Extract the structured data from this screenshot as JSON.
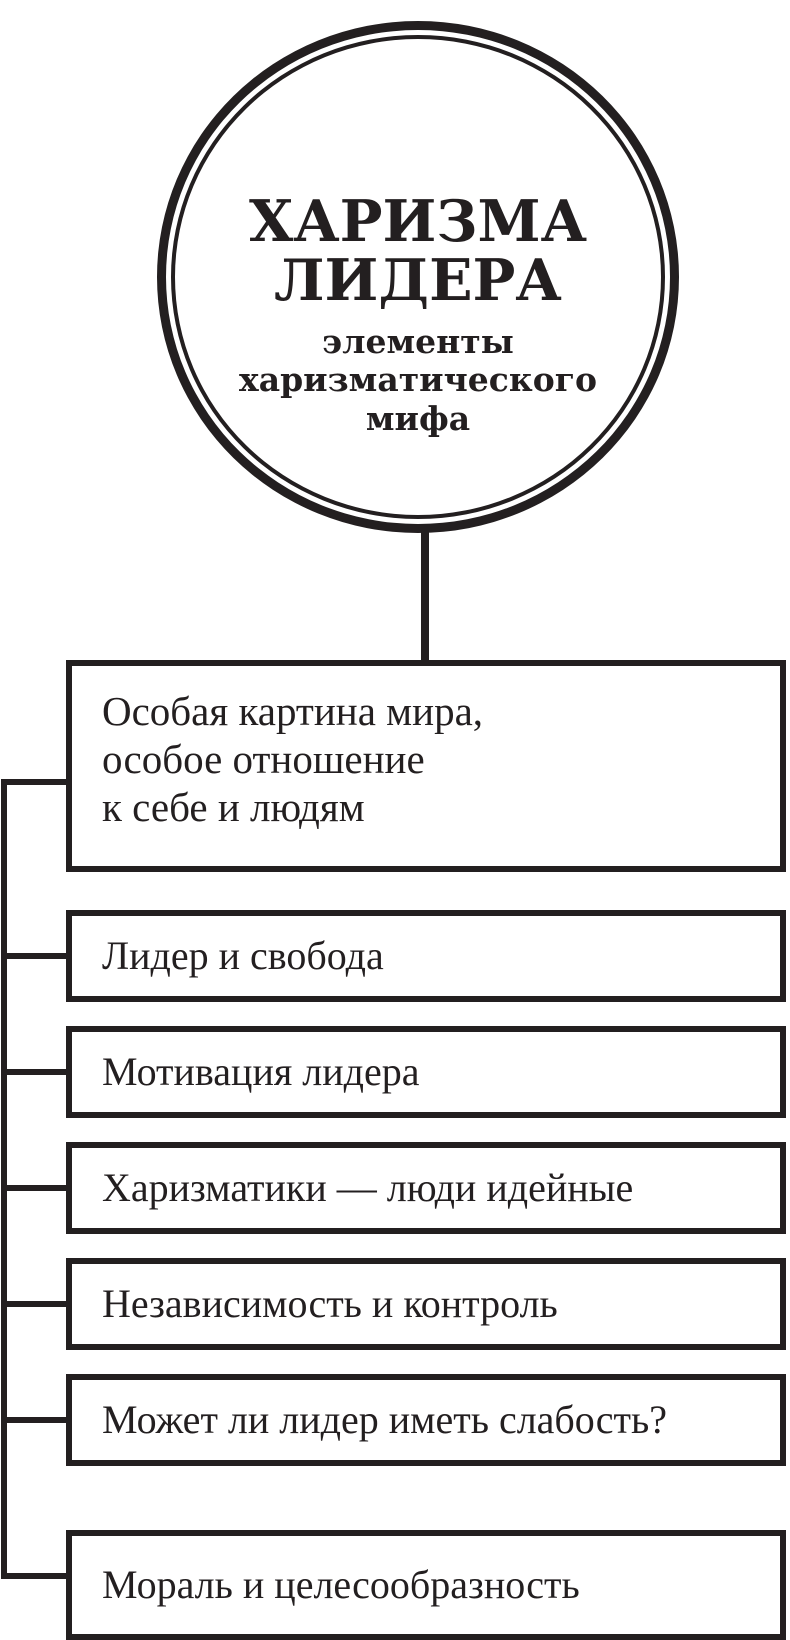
{
  "root": {
    "title_line1": "ХАРИЗМА",
    "title_line2": "ЛИДЕРА",
    "subtitle": "элементы харизматического мифа"
  },
  "nodes": [
    {
      "id": "worldview",
      "label": "Особая картина мира,\nособое отношение\nк себе и людям",
      "kind": "main"
    },
    {
      "id": "leader-freedom",
      "label": "Лидер и свобода",
      "kind": "sub"
    },
    {
      "id": "leader-motivation",
      "label": "Мотивация лидера",
      "kind": "sub"
    },
    {
      "id": "charismatics-ideological",
      "label": "Харизматики — люди идейные",
      "kind": "sub"
    },
    {
      "id": "independence-control",
      "label": "Независимость и контроль",
      "kind": "sub"
    },
    {
      "id": "leader-weakness",
      "label": "Может ли лидер иметь слабость?",
      "kind": "sub"
    },
    {
      "id": "morality-expediency",
      "label": "Мораль и целесообразность",
      "kind": "sub"
    }
  ],
  "colors": {
    "ink": "#231f20",
    "paper": "#ffffff"
  }
}
